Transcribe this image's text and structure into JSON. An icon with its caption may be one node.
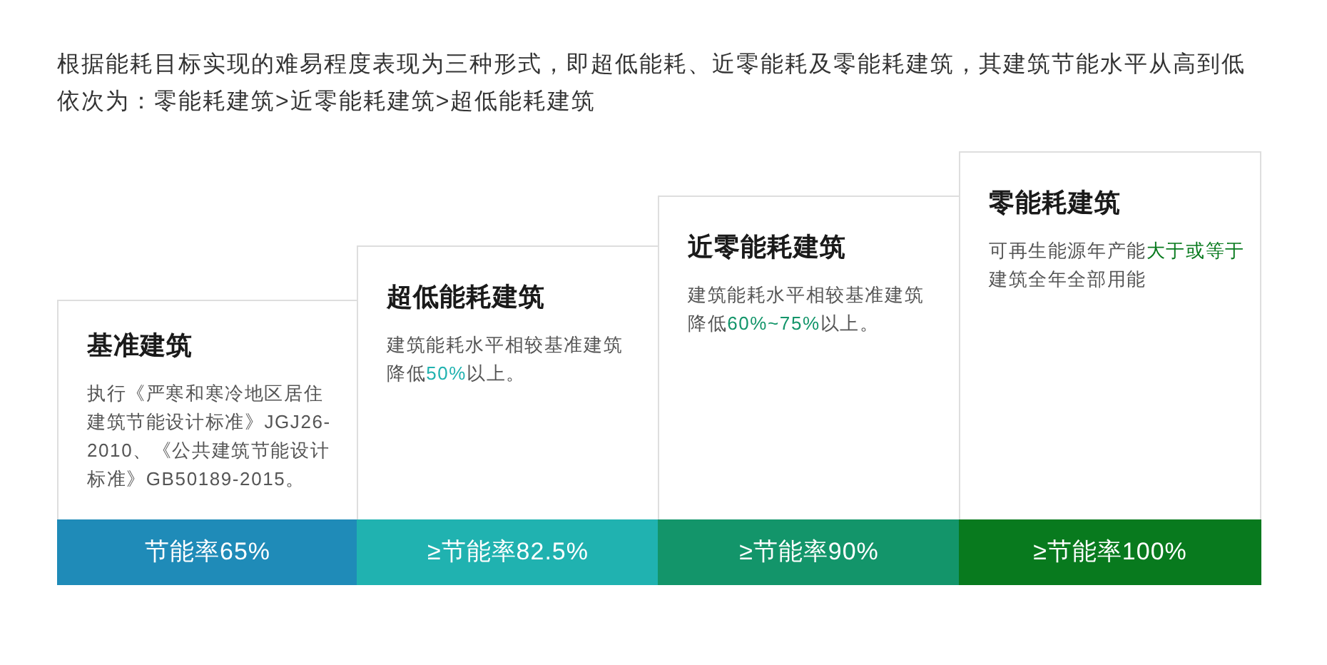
{
  "diagram": {
    "nodes": [
      {
        "text": [
          "基准建筑",
          "执行《严寒和寒冷地区居住建筑节能设计标准》JGJ26-2010、《公共建筑节能设计标准》GB50189-2015。"
        ]
      },
      {
        "text": [
          "节能率65%"
        ],
        "in": 0
      },
      {
        "text": [
          "超低能耗建筑",
          "建筑能耗水平相较基准建筑降低**50%**以上。"
        ]
      },
      {
        "text": [
          "≥节能率82.5%"
        ],
        "in": 2
      },
      {
        "text": [
          "近零能耗建筑",
          "建筑能耗水平相较基准建筑降低**60%~75%**以上。"
        ]
      },
      {
        "text": [
          "≥节能率90%"
        ],
        "in": 4
      },
      {
        "text": [
          "零能耗建筑",
          "可再生能源年产能**大于或等于**建筑全年全部用能"
        ]
      },
      {
        "text": [
          "≥节能率100%"
        ],
        "in": 6
      }
    ],
    "labels": [
      "根据能耗目标实现的难易程度表现为三种形式，即超低能耗、近零能耗及零能耗建筑，其建筑节能水平从高到低依次为：零能耗建筑>近零能耗建筑>超低能耗建筑"
    ]
  }
}
